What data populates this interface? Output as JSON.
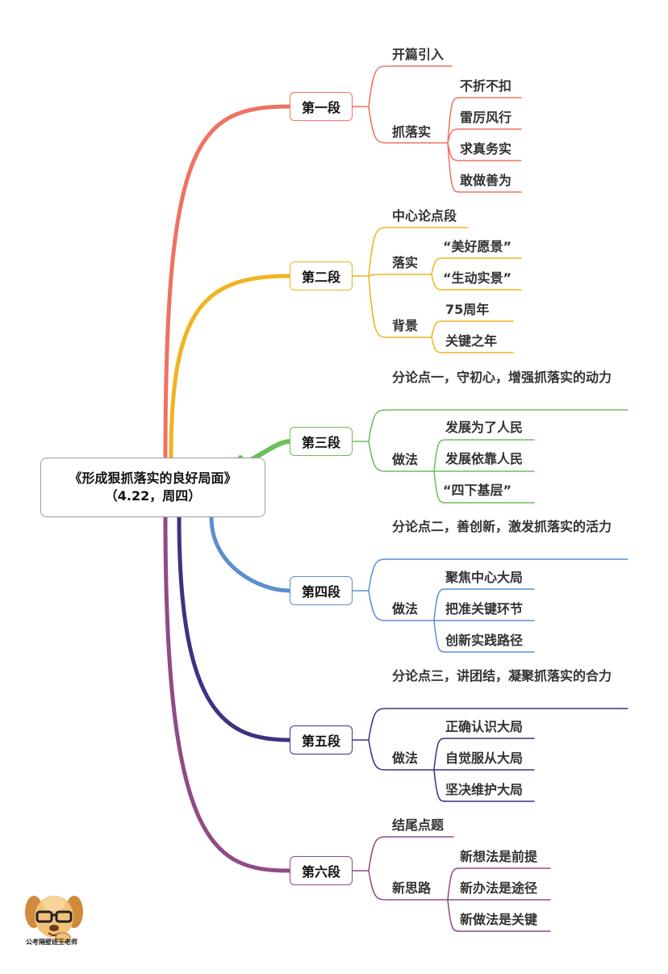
{
  "root": {
    "line1": "《形成狠抓落实的良好局面》",
    "line2": "（4.22，周四）"
  },
  "sections": [
    {
      "title": "第一段",
      "color": "#ee7262",
      "branches": [
        {
          "label": "开篇引入",
          "children": []
        },
        {
          "label": "抓落实",
          "children": [
            "不折不扣",
            "雷厉风行",
            "求真务实",
            "敢做善为"
          ]
        }
      ]
    },
    {
      "title": "第二段",
      "color": "#f0b323",
      "branches": [
        {
          "label": "中心论点段",
          "children": []
        },
        {
          "label": "落实",
          "children": [
            "“美好愿景”",
            "“生动实景”"
          ]
        },
        {
          "label": "背景",
          "children": [
            "75周年",
            "关键之年"
          ]
        }
      ]
    },
    {
      "title": "第三段",
      "color": "#6cbf5b",
      "branches": [
        {
          "label": "分论点一，守初心，增强抓落实的动力",
          "children": []
        },
        {
          "label": "做法",
          "children": [
            "发展为了人民",
            "发展依靠人民",
            "“四下基层”"
          ]
        }
      ]
    },
    {
      "title": "第四段",
      "color": "#5b8fcf",
      "branches": [
        {
          "label": "分论点二，善创新，激发抓落实的活力",
          "children": []
        },
        {
          "label": "做法",
          "children": [
            "聚焦中心大局",
            "把准关键环节",
            "创新实践路径"
          ]
        }
      ]
    },
    {
      "title": "第五段",
      "color": "#3f3281",
      "branches": [
        {
          "label": "分论点三，讲团结，凝聚抓落实的合力",
          "children": []
        },
        {
          "label": "做法",
          "children": [
            "正确认识大局",
            "自觉服从大局",
            "坚决维护大局"
          ]
        }
      ]
    },
    {
      "title": "第六段",
      "color": "#904b85",
      "branches": [
        {
          "label": "结尾点题",
          "children": []
        },
        {
          "label": "新思路",
          "children": [
            "新想法是前提",
            "新办法是途径",
            "新做法是关键"
          ]
        }
      ]
    }
  ],
  "watermark": {
    "text": "公考隔壁班王老师"
  }
}
